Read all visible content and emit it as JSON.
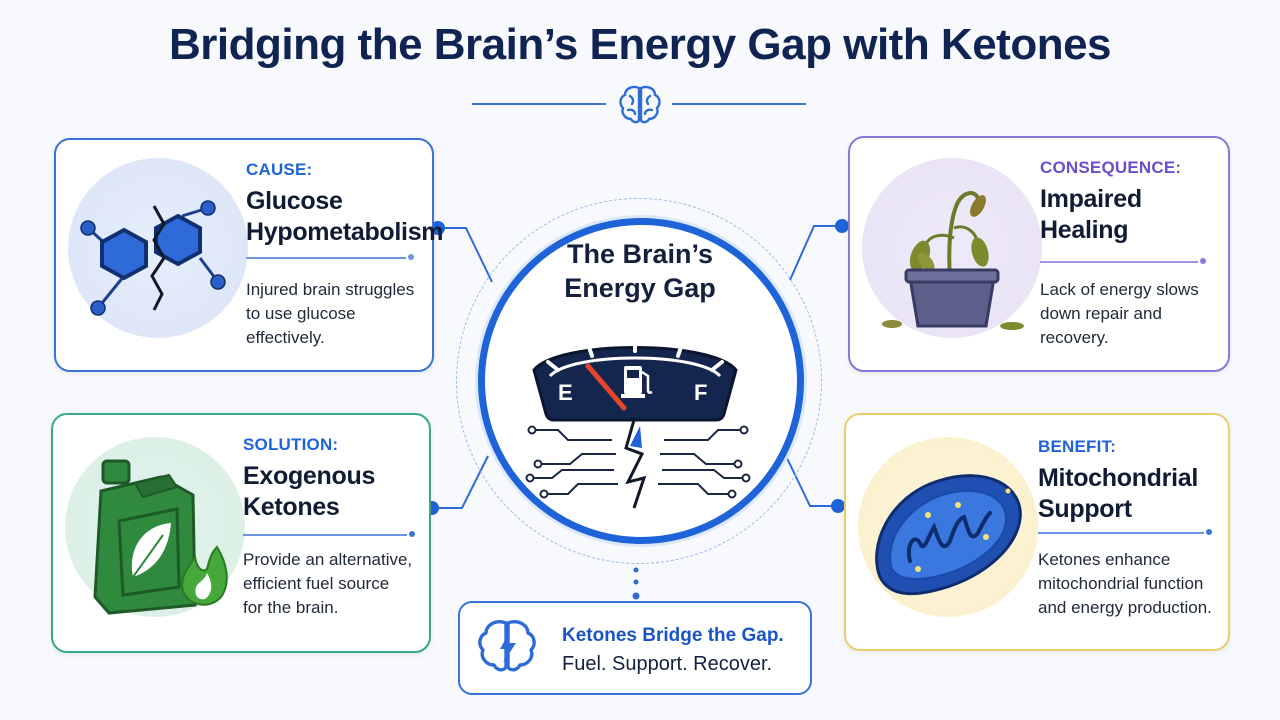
{
  "title": "Bridging the Brain’s Energy Gap with Ketones",
  "center": {
    "title_line1": "The Brain’s",
    "title_line2": "Energy Gap",
    "gauge_empty_label": "E",
    "gauge_full_label": "F"
  },
  "cards": {
    "cause": {
      "tag": "CAUSE:",
      "heading_line1": "Glucose",
      "heading_line2": "Hypometabolism",
      "desc_line1": "Injured brain struggles",
      "desc_line2": "to use glucose",
      "desc_line3": "effectively."
    },
    "consequence": {
      "tag": "CONSEQUENCE:",
      "heading_line1": "Impaired",
      "heading_line2": "Healing",
      "desc_line1": "Lack of energy slows",
      "desc_line2": "down repair and",
      "desc_line3": "recovery."
    },
    "solution": {
      "tag": "SOLUTION:",
      "heading_line1": "Exogenous",
      "heading_line2": "Ketones",
      "desc_line1": "Provide an alternative,",
      "desc_line2": "efficient fuel source",
      "desc_line3": "for the brain."
    },
    "benefit": {
      "tag": "BENEFIT:",
      "heading_line1": "Mitochondrial",
      "heading_line2": "Support",
      "desc_line1": "Ketones enhance",
      "desc_line2": "mitochondrial function",
      "desc_line3": "and energy production."
    }
  },
  "bottom": {
    "line1": "Ketones Bridge the Gap.",
    "line2": "Fuel. Support. Recover."
  },
  "icons": {
    "title": "brain-icon",
    "cause": "glucose-molecule-icon",
    "consequence": "wilting-plant-icon",
    "solution": "fuel-can-icon",
    "benefit": "mitochondrion-icon",
    "center_gauge": "fuel-gauge-icon",
    "center_circuit": "broken-circuit-icon",
    "bottom": "brain-lightning-icon"
  },
  "colors": {
    "title": "#0f2452",
    "cause": "#1f63d8",
    "consequence": "#6b4fc9",
    "solution": "#1f63d8",
    "benefit": "#1f63d8",
    "center_ring": "#1f63d8",
    "gauge_face": "#14264d",
    "gauge_needle": "#e5452b"
  }
}
